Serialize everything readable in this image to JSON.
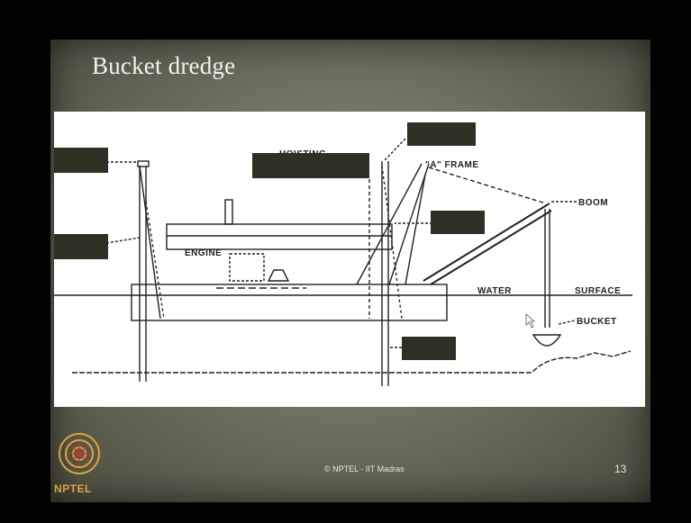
{
  "slide": {
    "title": "Bucket dredge",
    "footer": "© NPTEL - IIT Madras",
    "page_number": "13",
    "logo_text": "NPTEL"
  },
  "diagram": {
    "labels": {
      "hoisting": "HOISTING",
      "a_frame": "\"A\" FRAME",
      "boom": "BOOM",
      "engine": "ENGINE",
      "water": "WATER",
      "surface": "SURFACE",
      "bucket": "BUCKET"
    }
  },
  "colors": {
    "slide_bg": "#6b6b5b",
    "panel": "#ffffff",
    "redaction_box": "#2f2f24",
    "logo": "#d8a441"
  }
}
